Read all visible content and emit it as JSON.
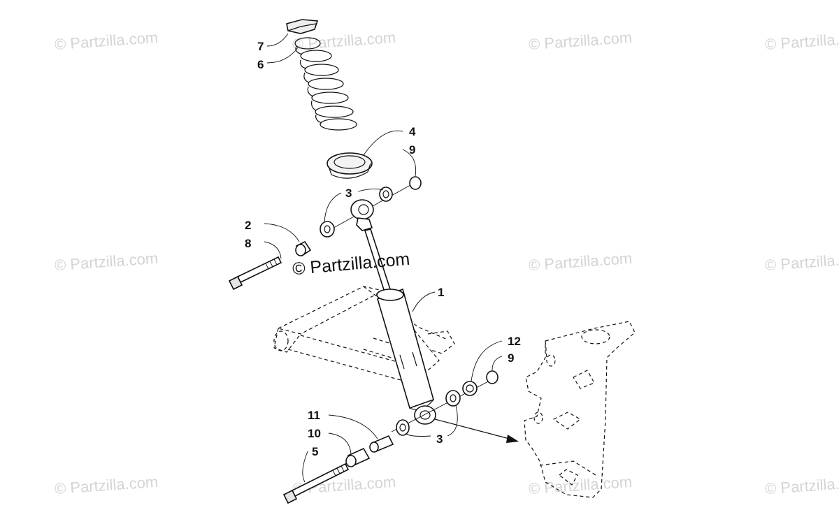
{
  "watermarks": {
    "small": "© Partzilla.com",
    "main": "© Partzilla.com"
  },
  "callouts": {
    "c1": "1",
    "c2": "2",
    "c3a": "3",
    "c3b": "3",
    "c4": "4",
    "c5": "5",
    "c6": "6",
    "c7": "7",
    "c8": "8",
    "c9a": "9",
    "c9b": "9",
    "c10": "10",
    "c11": "11",
    "c12": "12"
  }
}
